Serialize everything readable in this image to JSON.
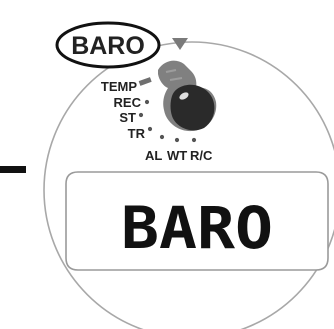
{
  "dial": {
    "highlighted_mode": "BARO",
    "modes": {
      "temp": "TEMP",
      "rec": "REC",
      "st": "ST",
      "tr": "TR",
      "al": "AL",
      "wt": "WT",
      "rc": "R/C"
    }
  },
  "display": {
    "text": "BARO"
  },
  "colors": {
    "line": "#9a9a9a",
    "ink": "#111111",
    "pointer": "#7a7a7a"
  }
}
